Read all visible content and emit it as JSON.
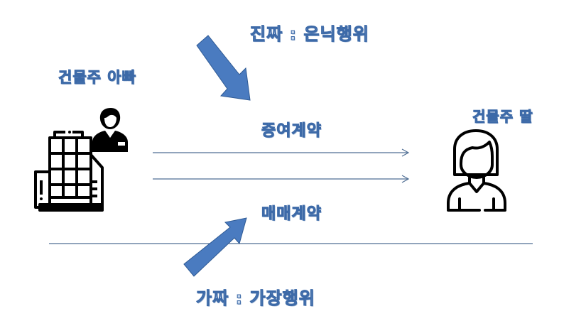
{
  "labels": {
    "real_act": "진짜 : 은닉행위",
    "fake_act": "가짜 : 가장행위",
    "father": "건물주 아빠",
    "daughter": "건물주 딸",
    "gift_contract": "증여계약",
    "sale_contract": "매매계약"
  },
  "icons": {
    "father": "building-with-businessman-icon",
    "daughter": "woman-icon",
    "down_arrow": "block-arrow-down-right",
    "up_arrow": "block-arrow-up-right"
  },
  "colors": {
    "arrow_fill": "#4a7bc0",
    "arrow_stroke": "#2f5a94",
    "line": "#4f6e94",
    "text_fill": "#c9d9ee",
    "text_stroke": "#3d6aa8"
  }
}
